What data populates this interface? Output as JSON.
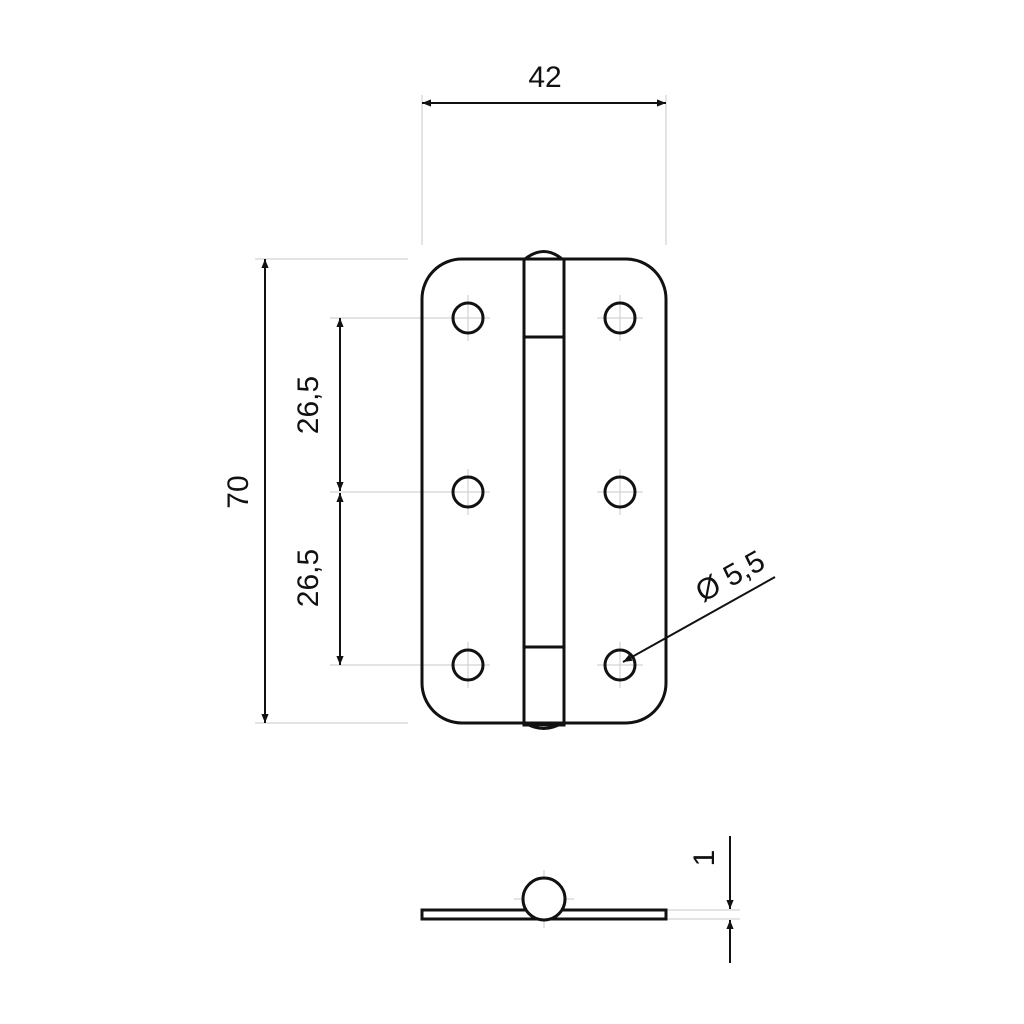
{
  "dimensions": {
    "width": "42",
    "height": "70",
    "hole_spacing_top": "26,5",
    "hole_spacing_bottom": "26,5",
    "hole_diameter": "Ø 5,5",
    "thickness": "1"
  },
  "colors": {
    "line": "#111111",
    "construction": "#c8c8c8",
    "background": "#ffffff"
  }
}
